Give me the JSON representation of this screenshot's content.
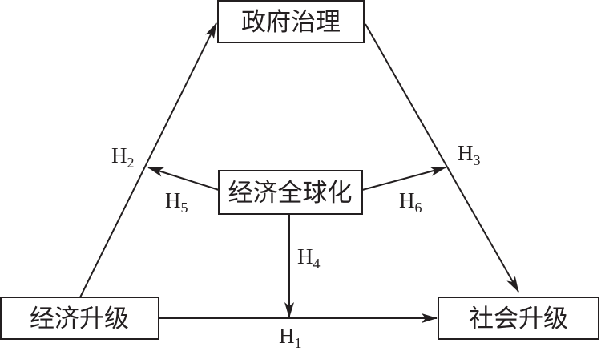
{
  "nodes": {
    "government": "政府治理",
    "economic_upgrade": "经济升级",
    "social_upgrade": "社会升级",
    "globalization": "经济全球化"
  },
  "hypotheses": {
    "h1": {
      "letter": "H",
      "sub": "1"
    },
    "h2": {
      "letter": "H",
      "sub": "2"
    },
    "h3": {
      "letter": "H",
      "sub": "3"
    },
    "h4": {
      "letter": "H",
      "sub": "4"
    },
    "h5": {
      "letter": "H",
      "sub": "5"
    },
    "h6": {
      "letter": "H",
      "sub": "6"
    }
  },
  "edges": [
    {
      "id": "h1",
      "from": "economic_upgrade",
      "to": "social_upgrade"
    },
    {
      "id": "h2",
      "from": "economic_upgrade",
      "to": "government"
    },
    {
      "id": "h3",
      "from": "government",
      "to": "social_upgrade"
    },
    {
      "id": "h4",
      "from": "globalization",
      "to": "h1-edge"
    },
    {
      "id": "h5",
      "from": "globalization",
      "to": "h2-edge"
    },
    {
      "id": "h6",
      "from": "globalization",
      "to": "h3-edge"
    }
  ]
}
